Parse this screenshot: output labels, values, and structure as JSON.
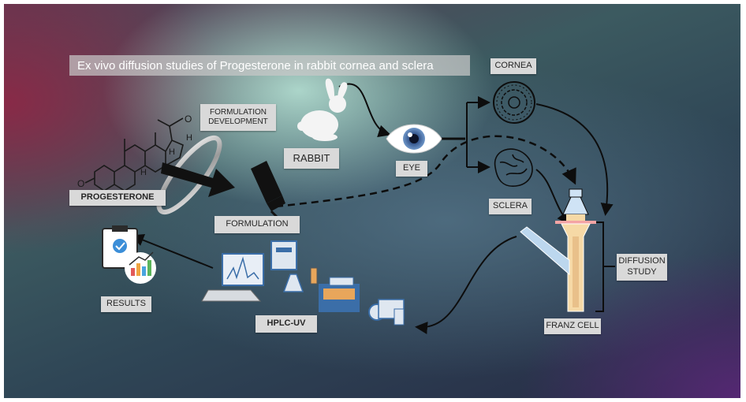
{
  "title": "Ex vivo diffusion studies of Progesterone  in rabbit cornea and sclera",
  "labels": {
    "progesterone": "PROGESTERONE",
    "formulation_development_line1": "FORMULATION",
    "formulation_development_line2": "DEVELOPMENT",
    "rabbit": "RABBIT",
    "eye": "EYE",
    "cornea": "CORNEA",
    "sclera": "SCLERA",
    "formulation": "FORMULATION",
    "results": "RESULTS",
    "hplc_uv": "HPLC-UV",
    "diffusion_study_line1": "DIFFUSION",
    "diffusion_study_line2": "STUDY",
    "franz_cell": "FRANZ CELL"
  },
  "molecule_atoms": {
    "oxygen_ketone": "O",
    "oxygen_acetyl": "O",
    "hydrogen_1": "H",
    "hydrogen_2": "H",
    "hydrogen_3": "H"
  },
  "icons": [
    "progesterone-molecule-icon",
    "ring-icon",
    "arrow-icon",
    "dropper-bottle-icon",
    "rabbit-icon",
    "eye-icon",
    "cornea-icon",
    "sclera-icon",
    "franz-cell-icon",
    "hplc-instrument-icon",
    "results-clipboard-icon"
  ],
  "colors": {
    "label_bg": "#d9d9d9",
    "label_text": "#262626",
    "franz_body": "#f6d9a6",
    "franz_side_arm": "#bcd7ee",
    "instrument_blue": "#3b6ea8"
  }
}
